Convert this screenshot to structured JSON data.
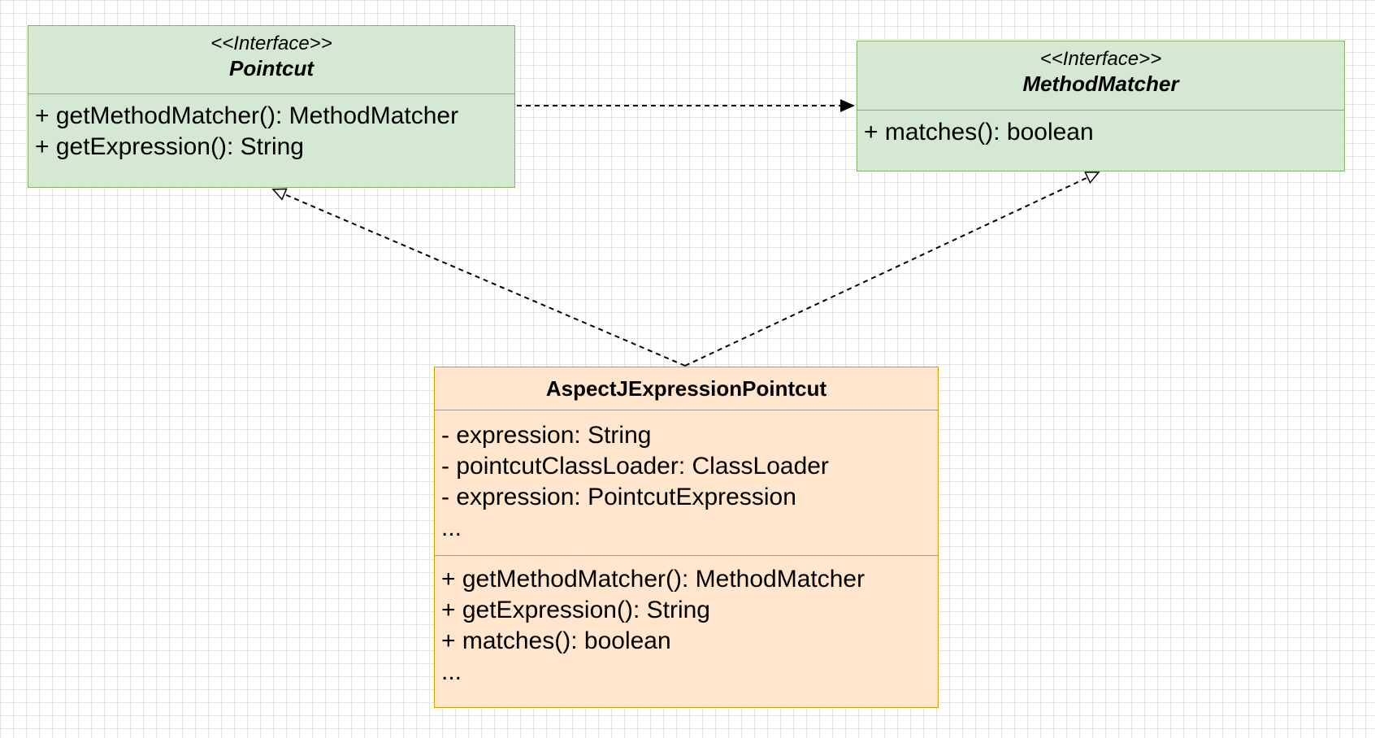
{
  "classes": {
    "pointcut": {
      "stereotype": "<<Interface>>",
      "name": "Pointcut",
      "methods": [
        "+ getMethodMatcher(): MethodMatcher",
        "+ getExpression(): String"
      ]
    },
    "method_matcher": {
      "stereotype": "<<Interface>>",
      "name": "MethodMatcher",
      "methods": [
        "+ matches(): boolean"
      ]
    },
    "aspectj": {
      "name": "AspectJExpressionPointcut",
      "fields": [
        "- expression: String",
        "- pointcutClassLoader: ClassLoader",
        "- expression: PointcutExpression",
        "..."
      ],
      "methods": [
        "+ getMethodMatcher(): MethodMatcher",
        "+ getExpression(): String",
        "+ matches(): boolean",
        "..."
      ]
    }
  },
  "relations": [
    {
      "from": "Pointcut",
      "to": "MethodMatcher",
      "type": "dependency"
    },
    {
      "from": "AspectJExpressionPointcut",
      "to": "Pointcut",
      "type": "realization"
    },
    {
      "from": "AspectJExpressionPointcut",
      "to": "MethodMatcher",
      "type": "realization"
    }
  ],
  "colors": {
    "interface_fill": "#d5e8d4",
    "interface_border": "#82b366",
    "class_fill": "#ffe6cc",
    "class_border": "#d79b00",
    "edge": "#000000"
  }
}
